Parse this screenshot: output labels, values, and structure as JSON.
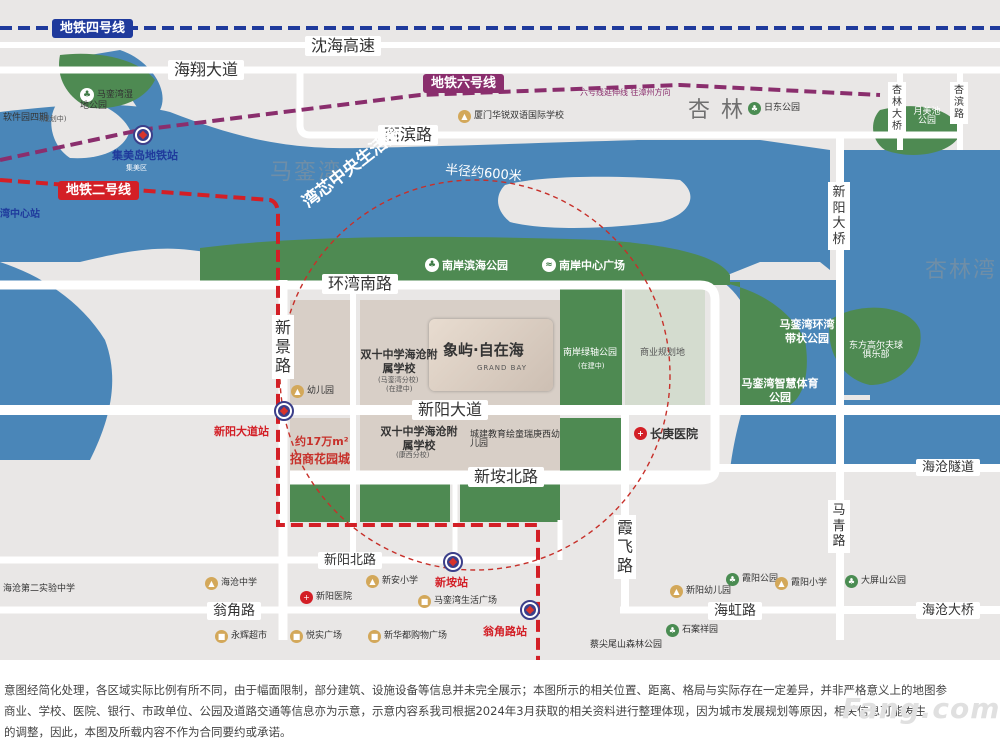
{
  "water": {
    "mawan": "马銮湾",
    "xinglin_bay": "杏林湾",
    "xinglin": "杏 林"
  },
  "metro": {
    "line4": "地铁四号线",
    "line6": "地铁六号线",
    "line2": "地铁二号线",
    "line6_ext": "六号线延伸线 往漳州方向",
    "stations": {
      "jimeidao": "集美岛地铁站",
      "xinyangdadao": "新阳大道站",
      "xinan": "新垵站",
      "wengjiaolu": "翁角路站",
      "wan_center": "湾中心站"
    }
  },
  "roads": {
    "shenhai": "沈海高速",
    "haixiang": "海翔大道",
    "xibin": "西滨路",
    "huanwannan": "环湾南路",
    "xinyang_dadao": "新阳大道",
    "xinanbei": "新垵北路",
    "xinyangbei": "新阳北路",
    "wengjiao": "翁角路",
    "haihong": "海虹路",
    "haicang_tunnel": "海沧隧道",
    "haicang_bridge": "海沧大桥",
    "xinjing": "新景路",
    "xiafei": "霞飞路",
    "maqing": "马青路",
    "xinyang_bridge": "新阳大桥",
    "xinglin_bridge": "杏林大桥",
    "xingbin": "杏滨路"
  },
  "circle": {
    "title": "湾芯中央生活圈",
    "radius": "半径约600米"
  },
  "project": {
    "name": "象屿·自在海",
    "name_en": "GRAND BAY"
  },
  "pois": {
    "mawan_wetland": "马銮湾湿地公园",
    "software_park": "软件园四期",
    "software_park_sub": "(规划中)",
    "xiamen_huarui": "厦门华锐双语国际学校",
    "rizhong_park": "日东公园",
    "yuemei_park": "月美池公园",
    "jimei_school": "集美区",
    "nanan_binhai_park": "南岸滨海公园",
    "nanan_center_plaza": "南岸中心广场",
    "nanan_green_axis": "南岸绿轴公园",
    "nanan_green_axis_sub": "(在建中)",
    "commercial_plan": "商业规划地",
    "mawan_huanwan_park": "马銮湾环湾带状公园",
    "mawan_sports_park": "马銮湾智慧体育公园",
    "dongfang_golf": "东方高尔夫球俱乐部",
    "shuangshi_school_1": "双十中学海沧附属学校",
    "shuangshi_school_1_sub": "(马銮湾分校)",
    "shuangshi_school_1_sub2": "(在建中)",
    "shuangshi_school_2": "双十中学海沧附属学校",
    "shuangshi_school_2_sub": "(康西分校)",
    "kindergarten": "幼儿园",
    "chengjian_kindergarten": "城建教育绘童瑞庚西幼儿园",
    "changgeng_hospital": "长庚医院",
    "zhaoshang_area": "约17万m²",
    "zhaoshang_name": "招商花园城",
    "haicang_middle": "海沧中学",
    "haicang_second": "海沧第二实验中学",
    "xinyang_hospital": "新阳医院",
    "xinan_primary": "新安小学",
    "mawan_life_plaza": "马銮湾生活广场",
    "yonghui": "永辉超市",
    "yuewen": "悦实广场",
    "xinhua": "新华都购物广场",
    "xinyang_kinder": "新阳幼儿园",
    "stone_park": "石案祥园",
    "xiayang_park": "霞阳公园",
    "xiayang_primary": "霞阳小学",
    "dapingshan_park": "大屏山公园",
    "caijianwei_park": "蔡尖尾山森林公园"
  },
  "disclaimer": [
    "意图经简化处理，各区域实际比例有所不同，由于幅面限制，部分建筑、设施设备等信息并未完全展示；本图所示的相关位置、距离、格局与实际存在一定差异，并非严格意义上的地图参",
    "商业、学校、医院、银行、市政单位、公园及道路交通等信息亦为示意，示意内容系我司根据2024年3月获取的相关资料进行整理体现，因为城市发展规划等原因，相关信息可能发生",
    "的调整，因此，本图及所载内容不作为合同要约或承诺。"
  ],
  "watermark": "Fang.com",
  "colors": {
    "water": "#4a86b8",
    "green": "#4e8a52",
    "road": "#ffffff",
    "land": "#e9e7e6",
    "project": "#d8cfc7",
    "metro_blue": "#1f3a9c",
    "metro_purple": "#8a2e6d",
    "metro_red": "#d31f26"
  }
}
